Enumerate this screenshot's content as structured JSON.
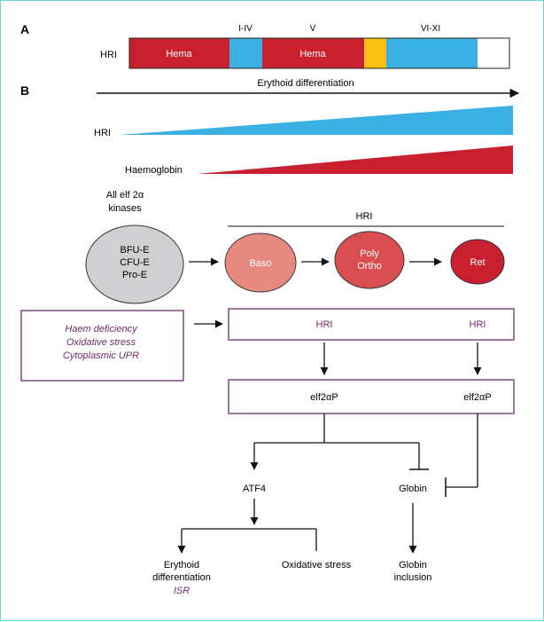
{
  "panel_a": {
    "letter": "A",
    "gene_label": "HRI",
    "domain_labels": [
      "I-IV",
      "V",
      "VI-XI"
    ],
    "segments": [
      {
        "label": "Hema",
        "color": "#c8202f"
      },
      {
        "label": "",
        "color": "#3bb1e3"
      },
      {
        "label": "Hema",
        "color": "#c8202f"
      },
      {
        "label": "",
        "color": "#f8c010"
      },
      {
        "label": "",
        "color": "#3bb1e3"
      },
      {
        "label": "",
        "color": "#ffffff"
      }
    ]
  },
  "panel_b": {
    "letter": "B",
    "arrow_label": "Erythoid differentiation",
    "hri_wedge_label": "HRI",
    "haemoglobin_wedge_label": "Haemoglobin",
    "kinases_label": [
      "All elf 2α",
      "kinases"
    ],
    "hri_bracket_label": "HRI",
    "cells": [
      {
        "lines": [
          "BFU-E",
          "CFU-E",
          "Pro-E"
        ],
        "color": "#d0d0d2"
      },
      {
        "lines": [
          "Baso"
        ],
        "color": "#e68a80"
      },
      {
        "lines": [
          "Poly",
          "Ortho"
        ],
        "color": "#d94f51"
      },
      {
        "lines": [
          "Ret"
        ],
        "color": "#c8202f"
      }
    ],
    "stress_box": [
      "Haem deficiency",
      "Oxidative stress",
      "Cytoplasmic UPR"
    ],
    "hri_box": [
      "HRI",
      "HRI"
    ],
    "elf_box": [
      "elf2αP",
      "elf2αP"
    ],
    "atf4": "ATF4",
    "globin": "Globin",
    "erythoid_diff": [
      "Erythoid",
      "differentiation"
    ],
    "isr": "ISR",
    "oxidative_stress": "Oxidative stress",
    "globin_inclusion": [
      "Globin",
      "inclusion"
    ]
  },
  "colors": {
    "red": "#c8202f",
    "blue": "#3bb1e3",
    "purple": "#6c2b6e",
    "frame": "#6fd0e4"
  }
}
